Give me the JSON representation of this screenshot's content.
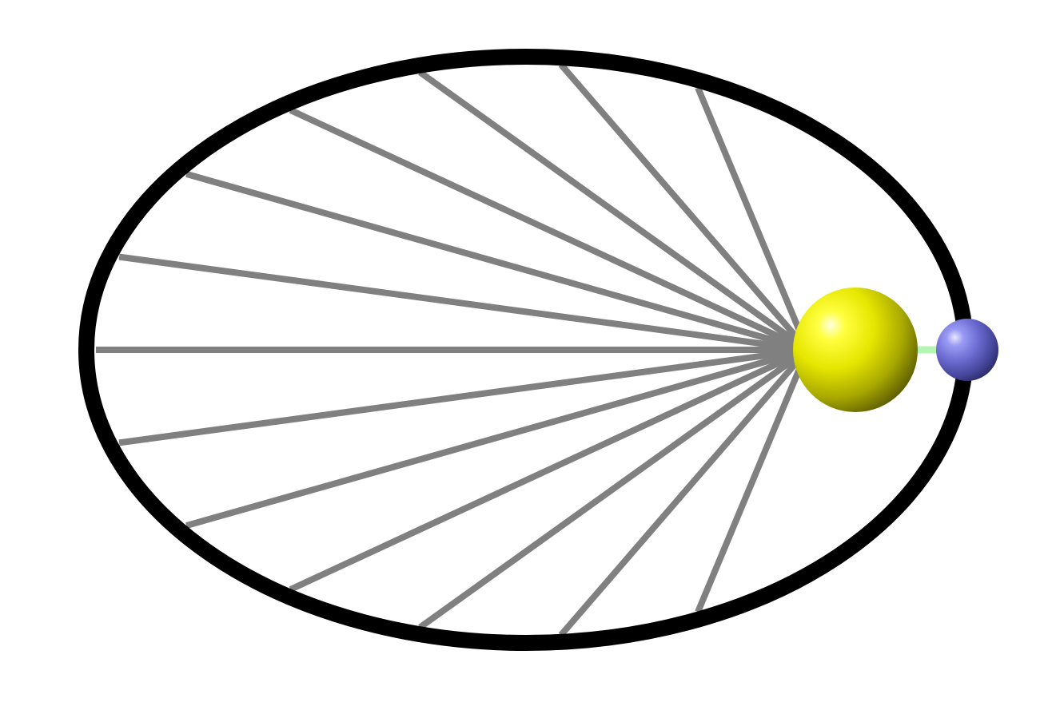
{
  "diagram": {
    "type": "keplerian-orbit",
    "orbit_shape": "ellipse",
    "radius_line_count": 13,
    "objects": [
      {
        "role": "central-body",
        "shape": "sphere",
        "color": "#f2f21a"
      },
      {
        "role": "orbiting-body",
        "shape": "sphere",
        "color": "#6d6dd6"
      }
    ],
    "colors": {
      "orbit": "#000000",
      "radius_lines": "#808080",
      "link_line": "#b3f5b3",
      "background": "#ffffff"
    }
  }
}
